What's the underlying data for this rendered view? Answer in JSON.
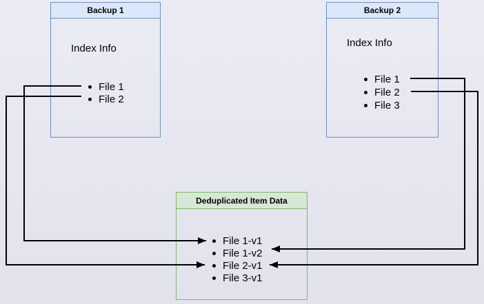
{
  "diagram": {
    "boxes": [
      {
        "id": "backup1",
        "title": "Backup 1",
        "body_label": "Index Info",
        "items": [
          "File 1",
          "File 2"
        ]
      },
      {
        "id": "backup2",
        "title": "Backup 2",
        "body_label": "Index Info",
        "items": [
          "File 1",
          "File 2",
          "File 3"
        ]
      },
      {
        "id": "dedup",
        "title": "Deduplicated Item Data",
        "items": [
          "File 1-v1",
          "File 1-v2",
          "File 2-v1",
          "File 3-v1"
        ]
      }
    ],
    "edges": [
      {
        "from": "Backup 1 / File 1",
        "to": "Deduplicated Item Data / File 1-v1"
      },
      {
        "from": "Backup 1 / File 2",
        "to": "Deduplicated Item Data / File 2-v1"
      },
      {
        "from": "Backup 2 / File 1",
        "to": "Deduplicated Item Data / File 1-v2"
      },
      {
        "from": "Backup 2 / File 2",
        "to": "Deduplicated Item Data / File 2-v1"
      }
    ],
    "colors": {
      "background": "#e6e6f0",
      "blue_fill": "#dae8fc",
      "blue_border": "#6c8ebf",
      "green_fill": "#d5e8d4",
      "green_border": "#82b366",
      "connector": "#000000"
    }
  }
}
